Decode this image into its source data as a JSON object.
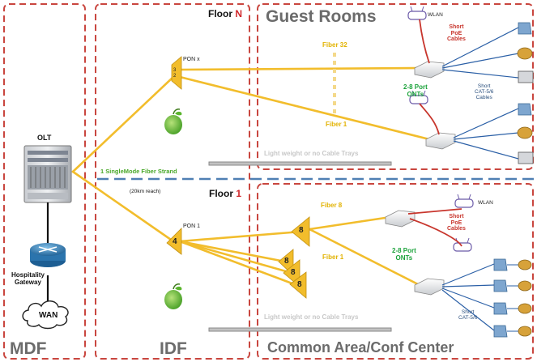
{
  "zones": {
    "mdf": "MDF",
    "idf": "IDF",
    "guest_rooms": "Guest Rooms",
    "common_area": "Common Area/Conf Center"
  },
  "floors": {
    "top_prefix": "Floor ",
    "top_suffix": "N",
    "bottom_prefix": "Floor ",
    "bottom_suffix": "1"
  },
  "mdf": {
    "olt_label": "OLT",
    "gateway_label": "Hospitality\nGateway",
    "wan_label": "WAN"
  },
  "fiber": {
    "strand_label": "1 SingleMode Fiber Strand",
    "reach_label": "(20km reach)"
  },
  "pon": {
    "top_label": "PON x",
    "top_splitter": "3\n2",
    "bottom_label": "PON 1",
    "bottom_splitter": "4",
    "secondary_splitter": "8",
    "stack": [
      "8",
      "8",
      "8"
    ]
  },
  "guest_rooms": {
    "fiber_top": "Fiber 32",
    "fiber_bottom": "Fiber 1",
    "ont_label": "2-8 Port\nONTs",
    "poe_label": "Short\nPoE\nCables",
    "cat_label": "Short\nCAT-5/6\nCables",
    "wlan_label": "WLAN",
    "tray_label": "Light weight or no Cable Trays"
  },
  "common_area": {
    "fiber_top": "Fiber 8",
    "fiber_bottom": "Fiber 1",
    "ont_label": "2-8 Port\nONTs",
    "poe_label": "Short\nPoE\nCables",
    "cat_label": "Short\nCAT-5/6",
    "wlan_label": "WLAN",
    "tray_label": "Light weight or no Cable Trays"
  },
  "colors": {
    "fiber": "#f2bd2c",
    "zone_border": "#c9463f",
    "floor_divider": "#4f7fb3",
    "ont_green": "#1aa23a",
    "poe_red": "#c8362d",
    "cat_blue": "#2a5fa6"
  },
  "icons": [
    "olt-rack-icon",
    "router-icon",
    "cloud-icon",
    "splitter-icon",
    "green-apple-icon",
    "ont-icon",
    "wlan-ap-icon",
    "phone-icon",
    "camera-icon",
    "printer-icon",
    "cable-tray-icon"
  ]
}
